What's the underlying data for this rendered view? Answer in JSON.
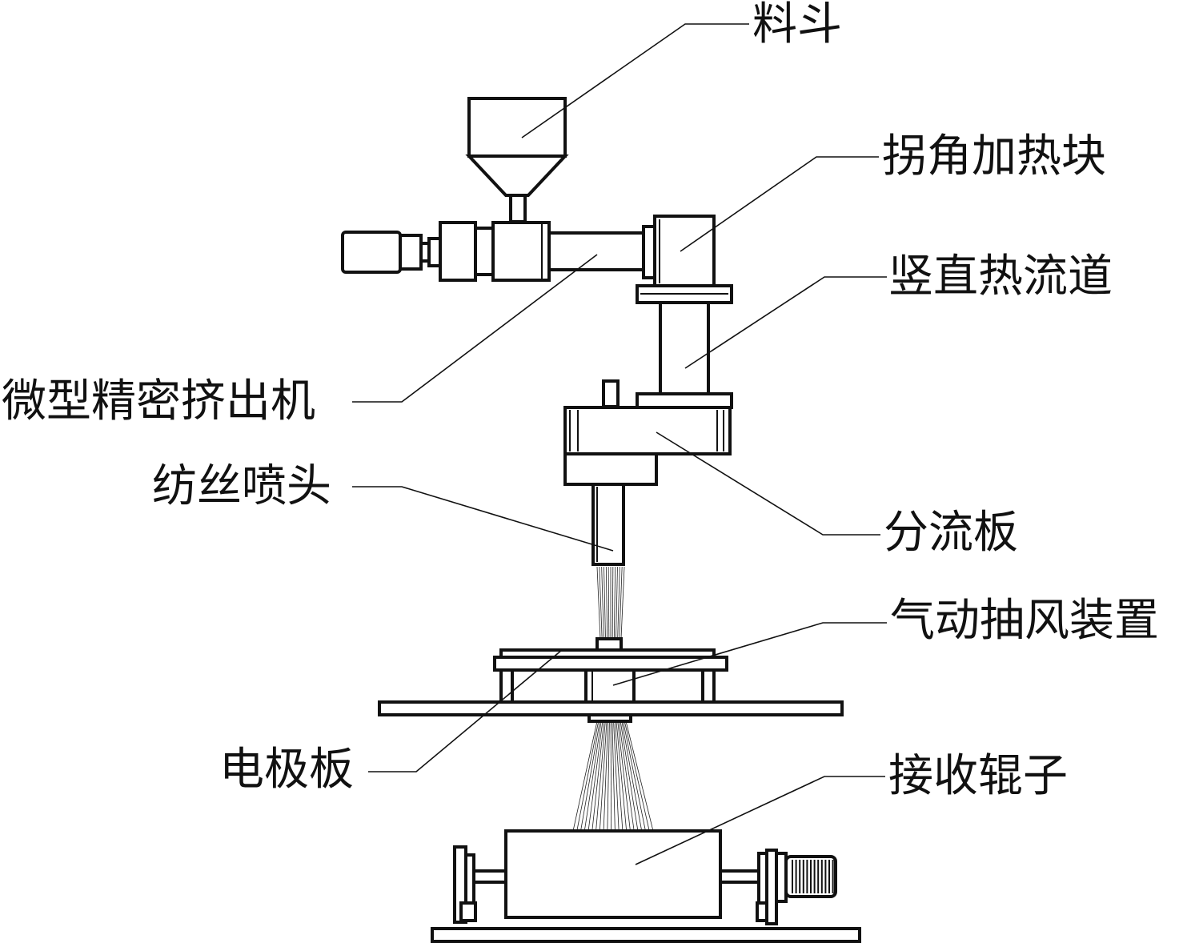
{
  "labels": {
    "hopper": "料斗",
    "corner_heating_block": "拐角加热块",
    "vertical_hot_runner": "竖直热流道",
    "micro_precision_extruder": "微型精密挤出机",
    "spinneret": "纺丝喷头",
    "splitter_plate": "分流板",
    "pneumatic_suction_device": "气动抽风装置",
    "electrode_plate": "电极板",
    "collector_roller": "接收辊子"
  }
}
